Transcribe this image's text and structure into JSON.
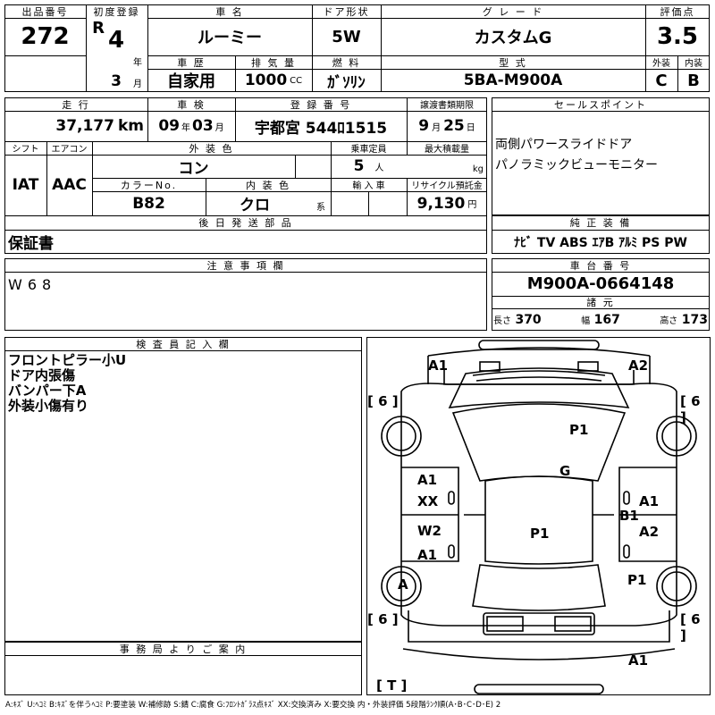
{
  "header": {
    "lot_label": "出品番号",
    "lot": "272",
    "reg_label": "初度登録",
    "era": "R",
    "year": "4",
    "year_unit": "年",
    "month": "3",
    "month_unit": "月",
    "name_label": "車 名",
    "name": "ルーミー",
    "door_label": "ドア形状",
    "door": "5W",
    "grade_label": "グ レ ー ド",
    "grade": "カスタムG",
    "score_label": "評価点",
    "score": "3.5",
    "ext_label": "外装",
    "ext": "C",
    "int_label": "内装",
    "int": "B",
    "history_label": "車 歴",
    "history": "自家用",
    "disp_label": "排 気 量",
    "disp": "1000",
    "disp_unit": "CC",
    "fuel_label": "燃 料",
    "fuel": "ｶﾞｿﾘﾝ",
    "model_label": "型 式",
    "model": "5BA-M900A"
  },
  "row2": {
    "mileage_label": "走 行",
    "mileage": "37,177",
    "mileage_unit": "km",
    "inspect_label": "車 検",
    "inspect_y": "09",
    "inspect_y_unit": "年",
    "inspect_m": "03",
    "inspect_m_unit": "月",
    "plate_label": "登 録 番 号",
    "plate": "宇都宮 544ﾛ1515",
    "transfer_label": "譲渡書類期限",
    "transfer_m": "9",
    "transfer_m_unit": "月",
    "transfer_d": "25",
    "transfer_d_unit": "日",
    "sales_label": "セールスポイント",
    "sales_points": [
      "両側パワースライドドア",
      "パノラミックビューモニター"
    ],
    "shift_label": "シフト",
    "shift": "IAT",
    "ac_label": "エアコン",
    "ac": "AAC",
    "color_label": "外 装 色",
    "color": "コン",
    "seats_label": "乗車定員",
    "seats": "5",
    "seats_unit": "人",
    "load_label": "最大積載量",
    "load_unit": "kg",
    "colorno_label": "カラーNo.",
    "colorno": "B82",
    "intcolor_label": "内 装 色",
    "intcolor": "クロ",
    "intcolor_unit": "系",
    "import_label": "輸 入 車",
    "recycle_label": "リサイクル預託金",
    "recycle": "9,130",
    "recycle_unit": "円"
  },
  "parts": {
    "label": "後 日 発 送 部 品",
    "value": "保証書",
    "equip_label": "純 正 装 備",
    "equip": "ﾅﾋﾞ TV ABS ｴｱB ｱﾙﾐ PS PW"
  },
  "notes": {
    "label": "注 意 事 項 欄",
    "value": "W68"
  },
  "chassis": {
    "label": "車 台 番 号",
    "value": "M900A-0664148",
    "dims_label": "諸 元",
    "len_label": "長さ",
    "len": "370",
    "wid_label": "幅",
    "wid": "167",
    "hgt_label": "高さ",
    "hgt": "173"
  },
  "inspector": {
    "label": "検 査 員 記 入 欄",
    "lines": [
      "フロントピラー小U",
      "ドア内張傷",
      "バンパー下A",
      "外装小傷有り"
    ]
  },
  "office": {
    "label": "事 務 局 よ り ご 案 内"
  },
  "legend": "A:ｷｽﾞ U:ﾍｺﾐ B:ｷｽﾞを伴うﾍｺﾐ P:要塗装 W:補修跡 S:錆 C:腐食 G:ﾌﾛﾝﾄｶﾞﾗｽ点ｷｽﾞ XX:交換済み X:要交換 内・外装評価 5段階ﾗﾝｸ順(A･B･C･D･E) 2",
  "diagram": {
    "marks": [
      "A1",
      "A2",
      "[ 6 ]",
      "[ 6 ]",
      "P1",
      "G",
      "A1",
      "XX",
      "A1",
      "B1",
      "W2",
      "A1",
      "P1",
      "A2",
      "A",
      "P1",
      "[ 6 ]",
      "[ 6 ]",
      "A1",
      "[ T ]"
    ]
  }
}
